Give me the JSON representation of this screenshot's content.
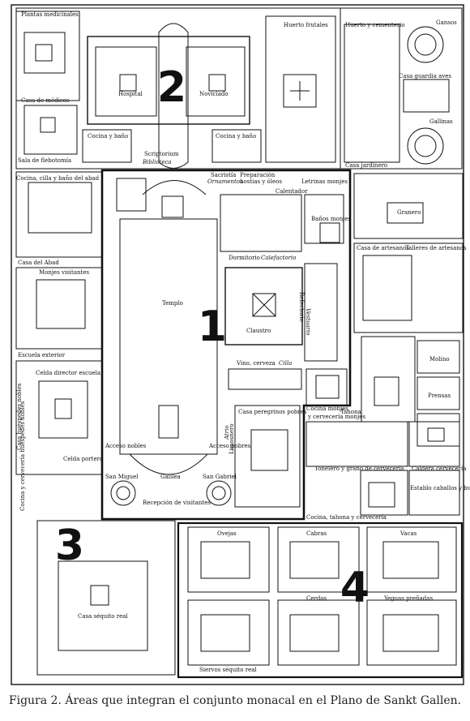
{
  "caption": "Figura 2. Áreas que integran el conjunto monacal en el Plano de Sankt Gallen.",
  "zones": {
    "z1": "1",
    "z2": "2",
    "z3": "3",
    "z4": "4"
  },
  "labels": {
    "plantas_medicinales": "Plantas medicinales",
    "huerto_frutales": "Huerto frutales",
    "huerto_cementerio": "Huerto y cementerio",
    "gansos": "Gansos",
    "casa_guardia_aves": "Casa guardia aves",
    "gallinas": "Gallinas",
    "casa_jardinero": "Casa jardinero",
    "casa_medicos": "Casa de médicos",
    "hospital": "Hospital",
    "noviciado": "Noviciado",
    "sala_flebotomia": "Sala de flebotomía",
    "cocina_bano_1": "Cocina y baño",
    "cocina_bano_2": "Cocina y baño",
    "scriptorium": "Scriptorium",
    "biblioteca": "Biblioteca",
    "sacristia": "Sacristía",
    "preparacion": "Preparación",
    "hostias_oleos": "hostias y óleos",
    "ornamentos": "Ornamentos",
    "cocina_celda_abad": "Cocina, cilla y baño del abad",
    "casa_abad": "Casa del Abad",
    "monjes_visitantes": "Monjes visitantes",
    "escuela_exterior": "Escuela exterior",
    "celda_director": "Celda director escuela",
    "casa_huespedes": "Casa huéspedes nobles",
    "celda_portero": "Celda portero",
    "cocina_cerveceria": "Cocina y cervecería huéspedes nobles",
    "letrinas": "Letrinas monjes",
    "calentador": "Calentador",
    "banos_monjes": "Baños monjes",
    "dormitorio": "Dormitorio",
    "calefactorio": "Calefactorio",
    "refectorio": "Refectorio",
    "vestuario": "Vestuario",
    "claustro": "Claustro",
    "vino_cerveza": "Vino, cerveza",
    "cilla": "Cilla",
    "templo": "Templo",
    "granero": "Granero",
    "casa_artesanos": "Casa de artesanos",
    "talleres_artesanos": "Talleres de artesanos",
    "molino": "Molino",
    "prensas": "Prensas",
    "tahona": "Tahona",
    "cocina_monjes": "Cocina monjes",
    "cerveceria_monjes": "y cervecería monjes",
    "casa_peregrinos": "Casa peregrinos pobres",
    "acceso_nobles": "Acceso nobles",
    "acceso_pobres": "Acceso pobres",
    "atrio": "Atrio",
    "limosnero": "Limosnero",
    "san_miguel": "San Miguel",
    "galilea": "Galilea",
    "san_gabriel": "San Gabriel",
    "recepcion_visitantes": "Recepción de visitantes",
    "tonelero": "Tonelero y grano de cervecería",
    "caldera_cerveceria": "Caldera cervecería",
    "establo_caballos": "Establo caballos y bueyes",
    "cocina_tahona": "Cocina, tahona y cervecería",
    "ovejas": "Ovejas",
    "cabras": "Cabras",
    "vacas": "Vacas",
    "cerdos": "Cerdos",
    "yeguas": "Yeguas preñadas",
    "casa_sequito": "Casa séquito real",
    "siervos": "Siervos séquito real"
  }
}
